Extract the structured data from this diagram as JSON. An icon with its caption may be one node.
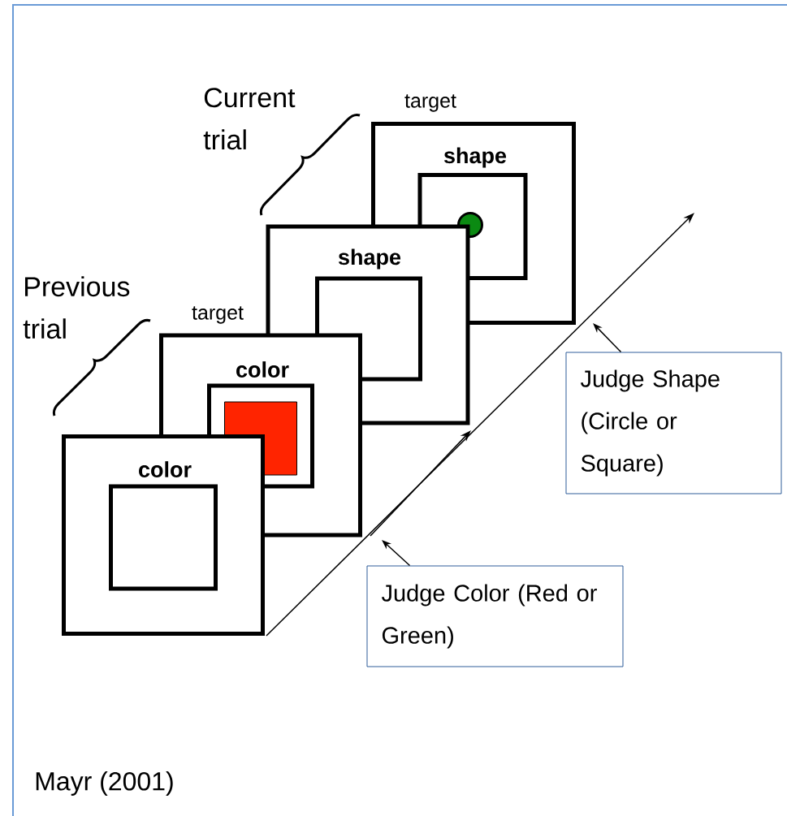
{
  "diagram": {
    "caption": "Mayr (2001)",
    "nodes": [
      {
        "text": [
          "shape"
        ],
        "beside": [
          "target"
        ]
      },
      {
        "text": [],
        "shape": "box",
        "in": 0
      },
      {
        "text": [],
        "shape": "circle",
        "in": 1
      },
      {
        "text": [
          "shape"
        ]
      },
      {
        "text": [],
        "shape": "box",
        "in": 3
      },
      {
        "text": [
          "color"
        ],
        "beside": [
          "target"
        ]
      },
      {
        "text": [],
        "shape": "box",
        "in": 5
      },
      {
        "text": [],
        "shape": "box",
        "in": 6
      },
      {
        "text": [
          "color"
        ]
      },
      {
        "text": [],
        "shape": "box",
        "in": 8
      },
      {
        "text": [
          "Judge Shape (Circle or Square)"
        ]
      },
      {
        "text": [
          "Judge Color (Red or Green)"
        ]
      }
    ],
    "edges": [
      {
        "from": 10,
        "to": null,
        "arrow": "to"
      },
      {
        "from": 11,
        "to": null,
        "arrow": "to"
      }
    ],
    "labels": [
      "Current trial",
      "Previous trial"
    ]
  }
}
